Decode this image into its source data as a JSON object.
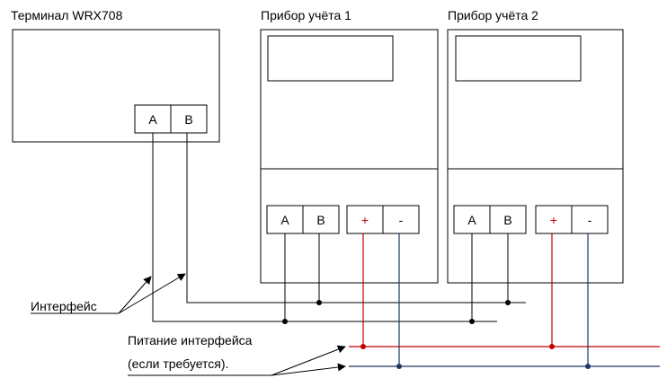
{
  "terminal": {
    "title": "Терминал WRX708",
    "pin_a": "A",
    "pin_b": "B"
  },
  "meter1": {
    "title": "Прибор учёта 1",
    "pin_a": "A",
    "pin_b": "B",
    "pin_plus": "+",
    "pin_minus": "-"
  },
  "meter2": {
    "title": "Прибор учёта 2",
    "pin_a": "A",
    "pin_b": "B",
    "pin_plus": "+",
    "pin_minus": "-"
  },
  "labels": {
    "interface": "Интерфейс",
    "power_line1": "Питание интерфейса",
    "power_line2": "(если требуется)."
  },
  "colors": {
    "power_positive": "#c00000",
    "power_negative": "#1f3864",
    "lines": "#000000"
  }
}
